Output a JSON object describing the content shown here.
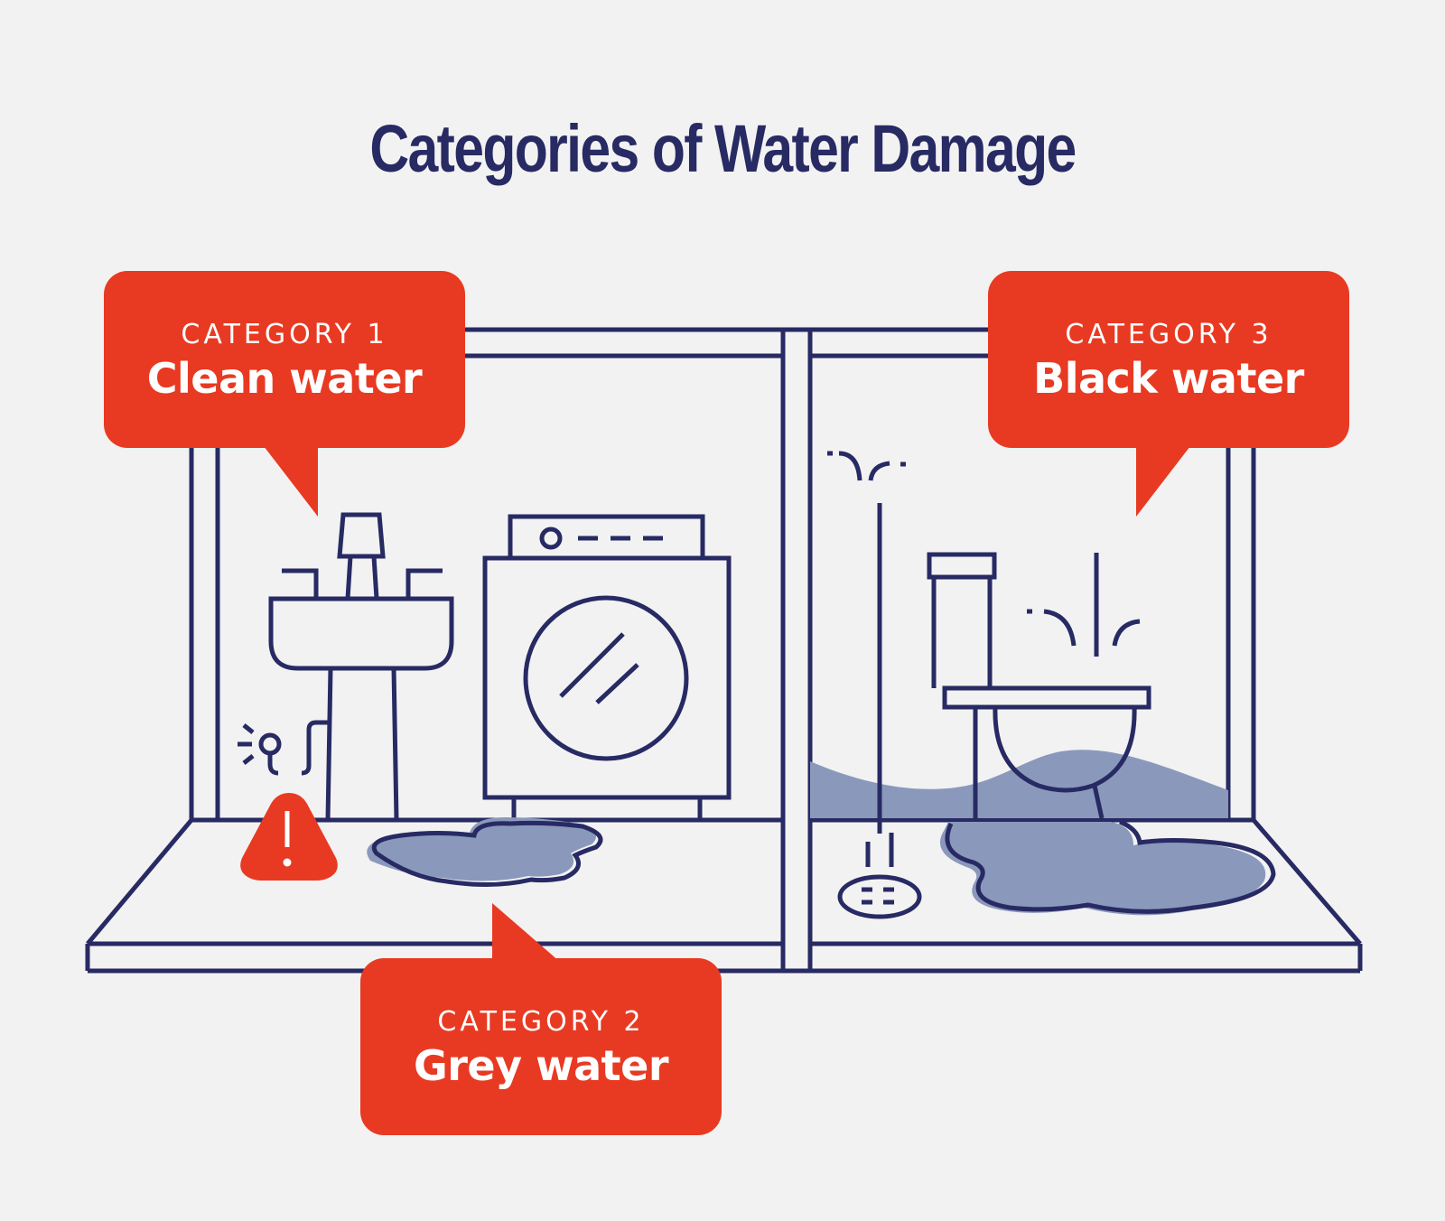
{
  "title": "Categories of Water Damage",
  "colors": {
    "background": "#f2f2f2",
    "line": "#272a63",
    "accent": "#e83a22",
    "water": "#8a99bb",
    "text_on_accent": "#ffffff"
  },
  "callouts": [
    {
      "category": "CATEGORY 1",
      "name": "Clean water",
      "points_to": "sink"
    },
    {
      "category": "CATEGORY 2",
      "name": "Grey water",
      "points_to": "washing-machine-puddle"
    },
    {
      "category": "CATEGORY 3",
      "name": "Black water",
      "points_to": "toilet"
    }
  ],
  "illustration": {
    "left_room": [
      "sink",
      "leaking-pipe",
      "warning-icon",
      "washing-machine",
      "puddle"
    ],
    "right_room": [
      "leaking-ceiling-pipe",
      "floor-drain",
      "toilet",
      "flood-water",
      "puddle"
    ]
  }
}
